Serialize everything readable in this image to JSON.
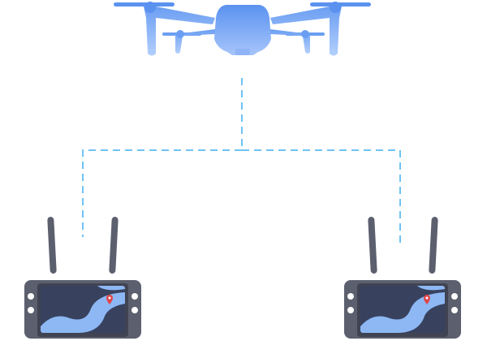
{
  "diagram": {
    "nodes": [
      {
        "id": "drone",
        "icon": "drone-icon"
      },
      {
        "id": "controller-left",
        "icon": "remote-controller-icon"
      },
      {
        "id": "controller-right",
        "icon": "remote-controller-icon"
      }
    ],
    "links": [
      {
        "from": "drone",
        "to": "controller-left",
        "style": "dashed"
      },
      {
        "from": "drone",
        "to": "controller-right",
        "style": "dashed"
      }
    ],
    "map_marker_icon": "location-pin-icon",
    "colors": {
      "drone_top": "#5b92f0",
      "drone_bottom": "#a6c5fb",
      "link": "#6fc3f3",
      "controller_body": "#5b5f6e",
      "controller_dark": "#3f4352",
      "screen_map_dark": "#38425f",
      "screen_map_light": "#8db8f4",
      "marker": "#e0454a"
    }
  }
}
